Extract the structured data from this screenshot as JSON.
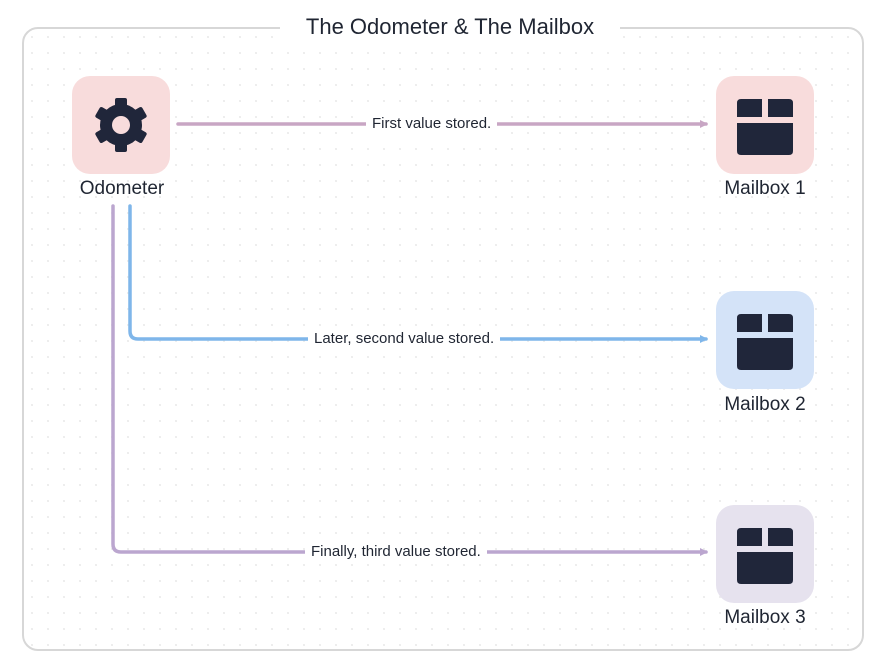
{
  "diagram": {
    "title": "The Odometer & The Mailbox",
    "nodes": {
      "odometer": {
        "label": "Odometer",
        "icon": "gear-icon",
        "bg": "#f8dcdc",
        "icon_color": "#20263a"
      },
      "mailbox1": {
        "label": "Mailbox 1",
        "icon": "box-icon",
        "bg": "#f8dcdc",
        "icon_color": "#20263a"
      },
      "mailbox2": {
        "label": "Mailbox 2",
        "icon": "box-icon",
        "bg": "#d4e3f8",
        "icon_color": "#20263a"
      },
      "mailbox3": {
        "label": "Mailbox 3",
        "icon": "box-icon",
        "bg": "#e6e2ee",
        "icon_color": "#20263a"
      }
    },
    "edges": [
      {
        "from": "Odometer",
        "to": "Mailbox 1",
        "label": "First value stored.",
        "color": "#c8a6c4"
      },
      {
        "from": "Odometer",
        "to": "Mailbox 2",
        "label": "Later, second value stored.",
        "color": "#7fb6ea"
      },
      {
        "from": "Odometer",
        "to": "Mailbox 3",
        "label": "Finally, third value stored.",
        "color": "#bba6cf"
      }
    ]
  }
}
